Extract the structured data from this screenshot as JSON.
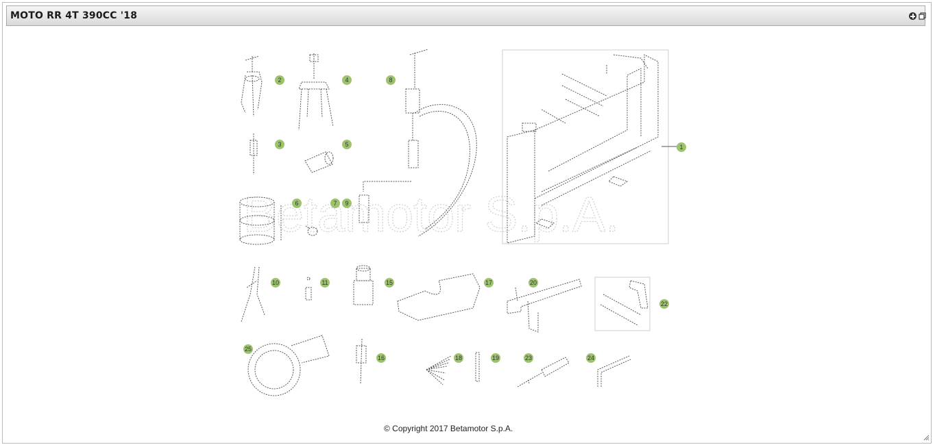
{
  "header": {
    "title": "MOTO RR 4T 390CC '18",
    "expand_icon": "plus-circle-icon",
    "popup_icon": "open-window-icon"
  },
  "diagram": {
    "watermark": "Betamotor S.p.A.",
    "callout_color": "#9dc36f",
    "callouts": [
      "1",
      "2",
      "3",
      "4",
      "5",
      "6",
      "7",
      "8",
      "9",
      "10",
      "11",
      "15",
      "16",
      "17",
      "18",
      "19",
      "20",
      "22",
      "23",
      "24",
      "25"
    ]
  },
  "footer": {
    "copyright": "© Copyright 2017 Betamotor S.p.A."
  }
}
